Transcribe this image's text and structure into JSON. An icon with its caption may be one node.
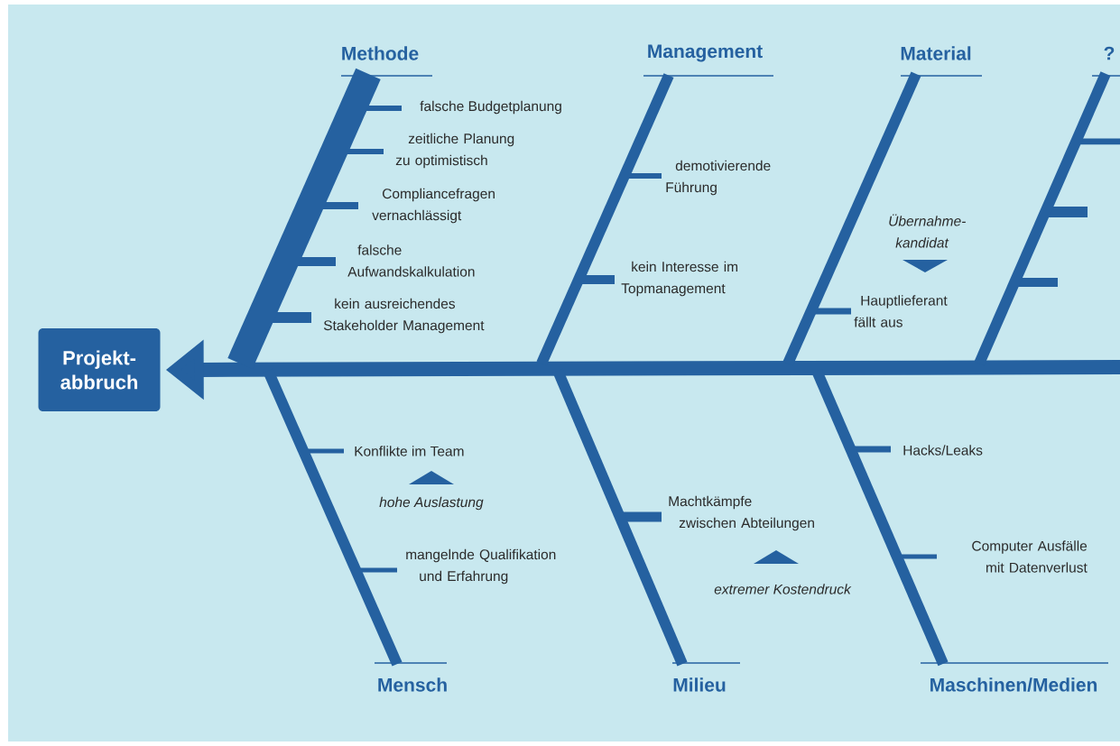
{
  "diagram": {
    "nodes": [
      {
        "text": [
          "Projekt- abbruch"
        ]
      },
      {
        "text": [
          "Methode"
        ]
      },
      {
        "text": [
          "Management"
        ]
      },
      {
        "text": [
          "Material"
        ]
      },
      {
        "text": [
          "?"
        ]
      },
      {
        "text": [
          "Mensch"
        ]
      },
      {
        "text": [
          "Milieu"
        ]
      },
      {
        "text": [
          "Maschinen/Medien"
        ]
      }
    ],
    "edges": [
      {
        "from": null,
        "to": 0,
        "arrow": "to"
      },
      {
        "from": 1,
        "to": null,
        "arrow": "none",
        "style": "thick"
      },
      {
        "from": 2,
        "to": null,
        "arrow": "none"
      },
      {
        "from": 3,
        "to": null,
        "arrow": "none"
      },
      {
        "from": 4,
        "to": null,
        "arrow": "none"
      },
      {
        "from": 5,
        "to": null,
        "arrow": "none"
      },
      {
        "from": 6,
        "to": null,
        "arrow": "none"
      },
      {
        "from": 7,
        "to": null,
        "arrow": "none"
      }
    ],
    "labels": [
      "falsche Budgetplanung",
      "zeitliche Planung zu optimistisch",
      "Compliancefragen vernachlässigt",
      "falsche Aufwandskalkulation",
      "kein ausreichendes Stakeholder Management",
      "demotivierende Führung",
      "kein Interesse im Topmanagement",
      "Übernahme- kandidat",
      "Hauptlieferant fällt aus",
      "Konflikte im Team",
      "hohe Auslastung",
      "mangelnde Qualifikation und Erfahrung",
      "Machtkämpfe zwischen Abteilungen",
      "extremer Kostendruck",
      "Hacks/Leaks",
      "Computer Ausfälle mit Datenverlust"
    ]
  }
}
